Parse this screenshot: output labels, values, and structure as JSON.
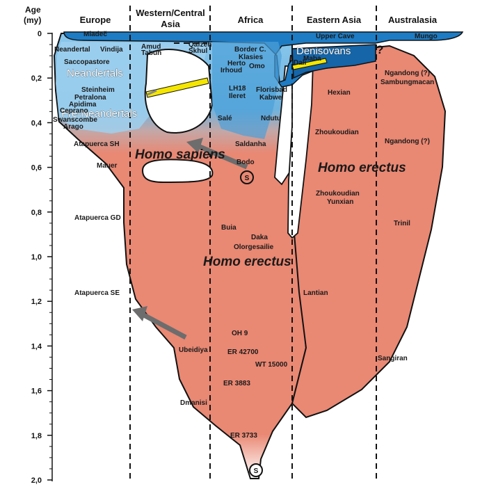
{
  "axis": {
    "title_line1": "Age",
    "title_line2": "(my)",
    "ticks": [
      "0",
      "0,2",
      "0,4",
      "0,6",
      "0,8",
      "1,0",
      "1,2",
      "1,4",
      "1,6",
      "1,8",
      "2,0"
    ]
  },
  "regions": [
    "Europe",
    "Western/Central",
    "Asia",
    "Africa",
    "Eastern Asia",
    "Australasia"
  ],
  "species": {
    "sapiens": "Homo sapiens",
    "erectus_main": "Homo erectus",
    "erectus_asia": "Homo erectus",
    "neandertals": "Neandertals",
    "pre_neandertals": "Pre-Neandertals",
    "denisovans": "Denisovans"
  },
  "markers": {
    "question": "?",
    "speciation_1": "S",
    "speciation_2": "S"
  },
  "sites": {
    "mladec": "Mladeč",
    "neandertal": "Neandertal",
    "vindija": "Vindija",
    "saccopastore": "Saccopastore",
    "steinheim": "Steinheim",
    "petralona": "Petralona",
    "apidima": "Apidima",
    "ceprano": "Ceprano",
    "swanscombe": "Swanscombe",
    "arago": "Arago",
    "atapuerca_sh": "Atapuerca SH",
    "mauer": "Mauer",
    "atapuerca_gd": "Atapuerca GD",
    "atapuerca_se": "Atapuerca SE",
    "ubeidiya": "Ubeidiya",
    "dmanisi": "Dmanisi",
    "amud": "Amud",
    "tabun": "Tabun",
    "qafzeh": "Qafzeh",
    "skhul": "Skhul",
    "border_c": "Border C.",
    "klasies": "Klasies",
    "herto": "Herto",
    "omo": "Omo",
    "irhoud": "Irhoud",
    "lh18": "LH18",
    "ileret": "Ileret",
    "florisbad": "Florisbad",
    "kabwe": "Kabwe",
    "sale": "Salé",
    "ndutu": "Ndutu",
    "saldanha": "Saldanha",
    "bodo": "Bodo",
    "buia": "Buia",
    "daka": "Daka",
    "olorgesailie": "Olorgesailie",
    "oh9": "OH 9",
    "er42700": "ER 42700",
    "wt15000": "WT 15000",
    "er3883": "ER 3883",
    "er3733": "ER 3733",
    "upper_cave": "Upper Cave",
    "dali": "Dali",
    "maba": "Maba",
    "hexian": "Hexian",
    "zhoukoudian1": "Zhoukoudian",
    "zhoukoudian2": "Zhoukoudian",
    "yunxian": "Yunxian",
    "lantian": "Lantian",
    "mungo": "Mungo",
    "ngandong1": "Ngandong (?)",
    "sambungmacan": "Sambungmacan",
    "ngandong2": "Ngandong (?)",
    "trinil": "Trinil",
    "sangiran": "Sangiran"
  },
  "colors": {
    "erectus": "#e98873",
    "neandertal_light": "#9fd0ee",
    "sapiens_blue": "#1e7cc4",
    "dark_blue": "#1565a8",
    "arrow": "#6d6d6d",
    "yellow": "#f5e600"
  }
}
